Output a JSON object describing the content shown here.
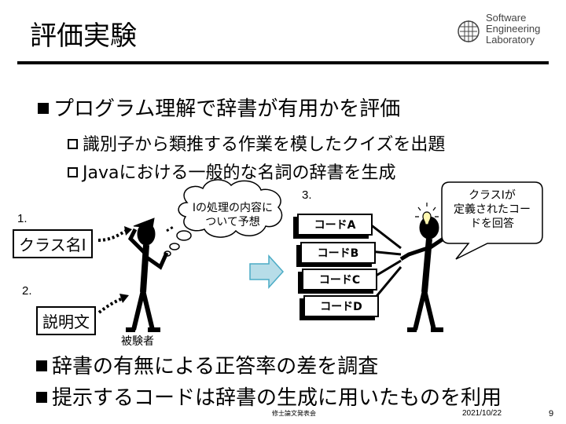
{
  "slide": {
    "title": "評価実験",
    "logo_lines": [
      "Software",
      "Engineering",
      "Laboratory"
    ],
    "bullet1": "プログラム理解で辞書が有用かを評価",
    "sub1": "識別子から類推する作業を模したクイズを出題",
    "sub2": "Javaにおける一般的な名詞の辞書を生成",
    "bullet2": "辞書の有無による正答率の差を調査",
    "bullet3": "提示するコードは辞書の生成に用いたものを利用"
  },
  "diagram": {
    "step1": "1.",
    "step2": "2.",
    "step3": "3.",
    "class_name": "クラス名I",
    "description": "説明文",
    "thought": [
      "Iの処理の内容に",
      "ついて予想"
    ],
    "subject": "被験者",
    "codes": [
      "コードA",
      "コードB",
      "コードC",
      "コードD"
    ],
    "callout": [
      "クラスIが",
      "定義されたコー",
      "ドを回答"
    ]
  },
  "footer": {
    "event": "修士論文発表会",
    "date": "2021/10/22",
    "page": "9"
  },
  "colors": {
    "arrow_fill": "#b7dde8",
    "arrow_stroke": "#4bacc6"
  }
}
